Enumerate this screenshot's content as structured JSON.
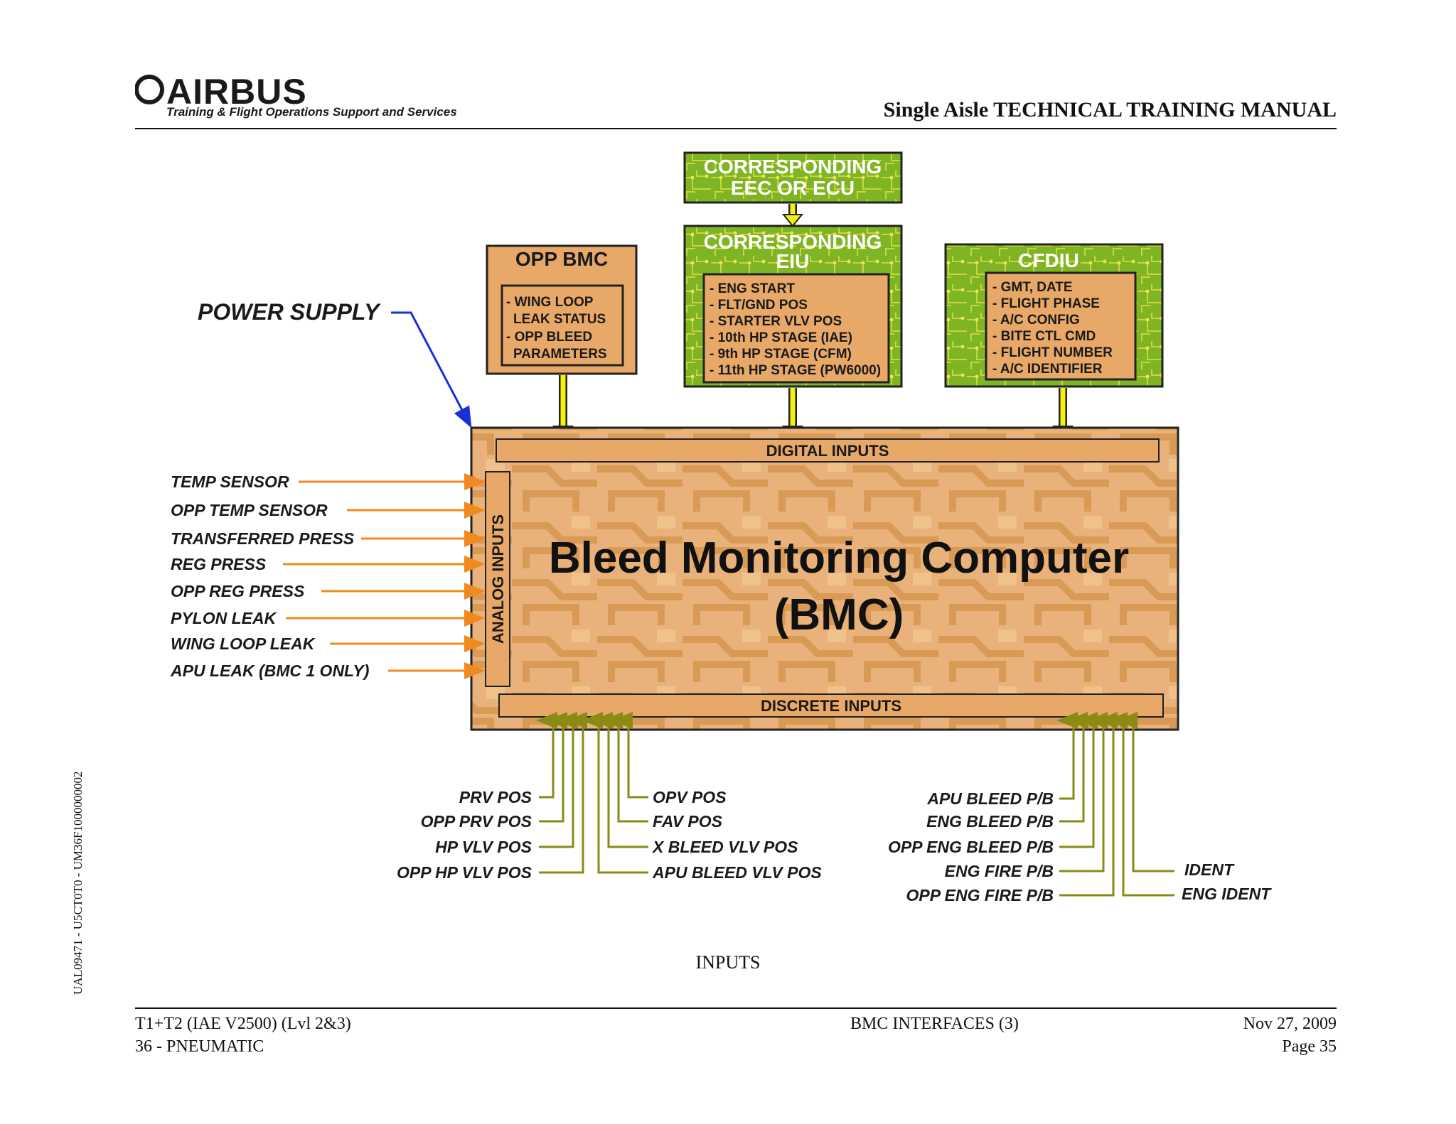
{
  "header": {
    "logo_text": "AIRBUS",
    "logo_subtitle": "Training & Flight Operations Support and Services",
    "manual_title": "Single Aisle TECHNICAL TRAINING MANUAL"
  },
  "side_id": "UAL09471 - U5CT0T0 - UM36F1000000002",
  "diagram": {
    "eec_box": [
      "CORRESPONDING",
      "EEC OR ECU"
    ],
    "eiu_box": {
      "title": [
        "CORRESPONDING",
        "EIU"
      ],
      "items": [
        "- ENG START",
        "- FLT/GND POS",
        "- STARTER VLV POS",
        "- 10th HP STAGE (IAE)",
        "- 9th HP STAGE (CFM)",
        "- 11th HP STAGE (PW6000)"
      ]
    },
    "opp_bmc_box": {
      "title": "OPP BMC",
      "items": [
        "- WING LOOP",
        "LEAK STATUS",
        "- OPP BLEED",
        "PARAMETERS"
      ]
    },
    "cfdiu_box": {
      "title": "CFDIU",
      "items": [
        "- GMT, DATE",
        "- FLIGHT PHASE",
        "- A/C CONFIG",
        "- BITE CTL CMD",
        "- FLIGHT NUMBER",
        "- A/C IDENTIFIER"
      ]
    },
    "power_supply": "POWER SUPPLY",
    "bmc": {
      "title_line1": "Bleed Monitoring Computer",
      "title_line2": "(BMC)",
      "digital_inputs": "DIGITAL INPUTS",
      "analog_inputs": "ANALOG INPUTS",
      "discrete_inputs": "DISCRETE INPUTS"
    },
    "analog_labels": [
      "TEMP SENSOR",
      "OPP TEMP SENSOR",
      "TRANSFERRED PRESS",
      "REG PRESS",
      "OPP REG PRESS",
      "PYLON LEAK",
      "WING LOOP LEAK",
      "APU LEAK (BMC 1 ONLY)"
    ],
    "discrete_left_labels": [
      "PRV POS",
      "OPP PRV POS",
      "HP VLV POS",
      "OPP HP VLV POS"
    ],
    "discrete_mid_labels": [
      "OPV POS",
      "FAV POS",
      "X BLEED VLV POS",
      "APU BLEED VLV POS"
    ],
    "discrete_right_labels": [
      "APU BLEED P/B",
      "ENG BLEED P/B",
      "OPP ENG BLEED P/B",
      "ENG FIRE P/B",
      "OPP ENG FIRE P/B"
    ],
    "discrete_far_labels": [
      "IDENT",
      "ENG IDENT"
    ]
  },
  "caption": "INPUTS",
  "footer": {
    "left_line1": "T1+T2 (IAE V2500) (Lvl 2&3)",
    "left_line2": "36 - PNEUMATIC",
    "center": "BMC INTERFACES (3)",
    "date": "Nov 27, 2009",
    "page": "Page 35"
  },
  "colors": {
    "green_box": "#7fb424",
    "orange_box": "#e8a868",
    "bmc_fill": "#e9b27a",
    "yellow_arrow": "#f2f20c",
    "orange_arrow": "#f08a1e",
    "olive_line": "#8a8a14",
    "blue_arrow": "#1a2fd6"
  }
}
